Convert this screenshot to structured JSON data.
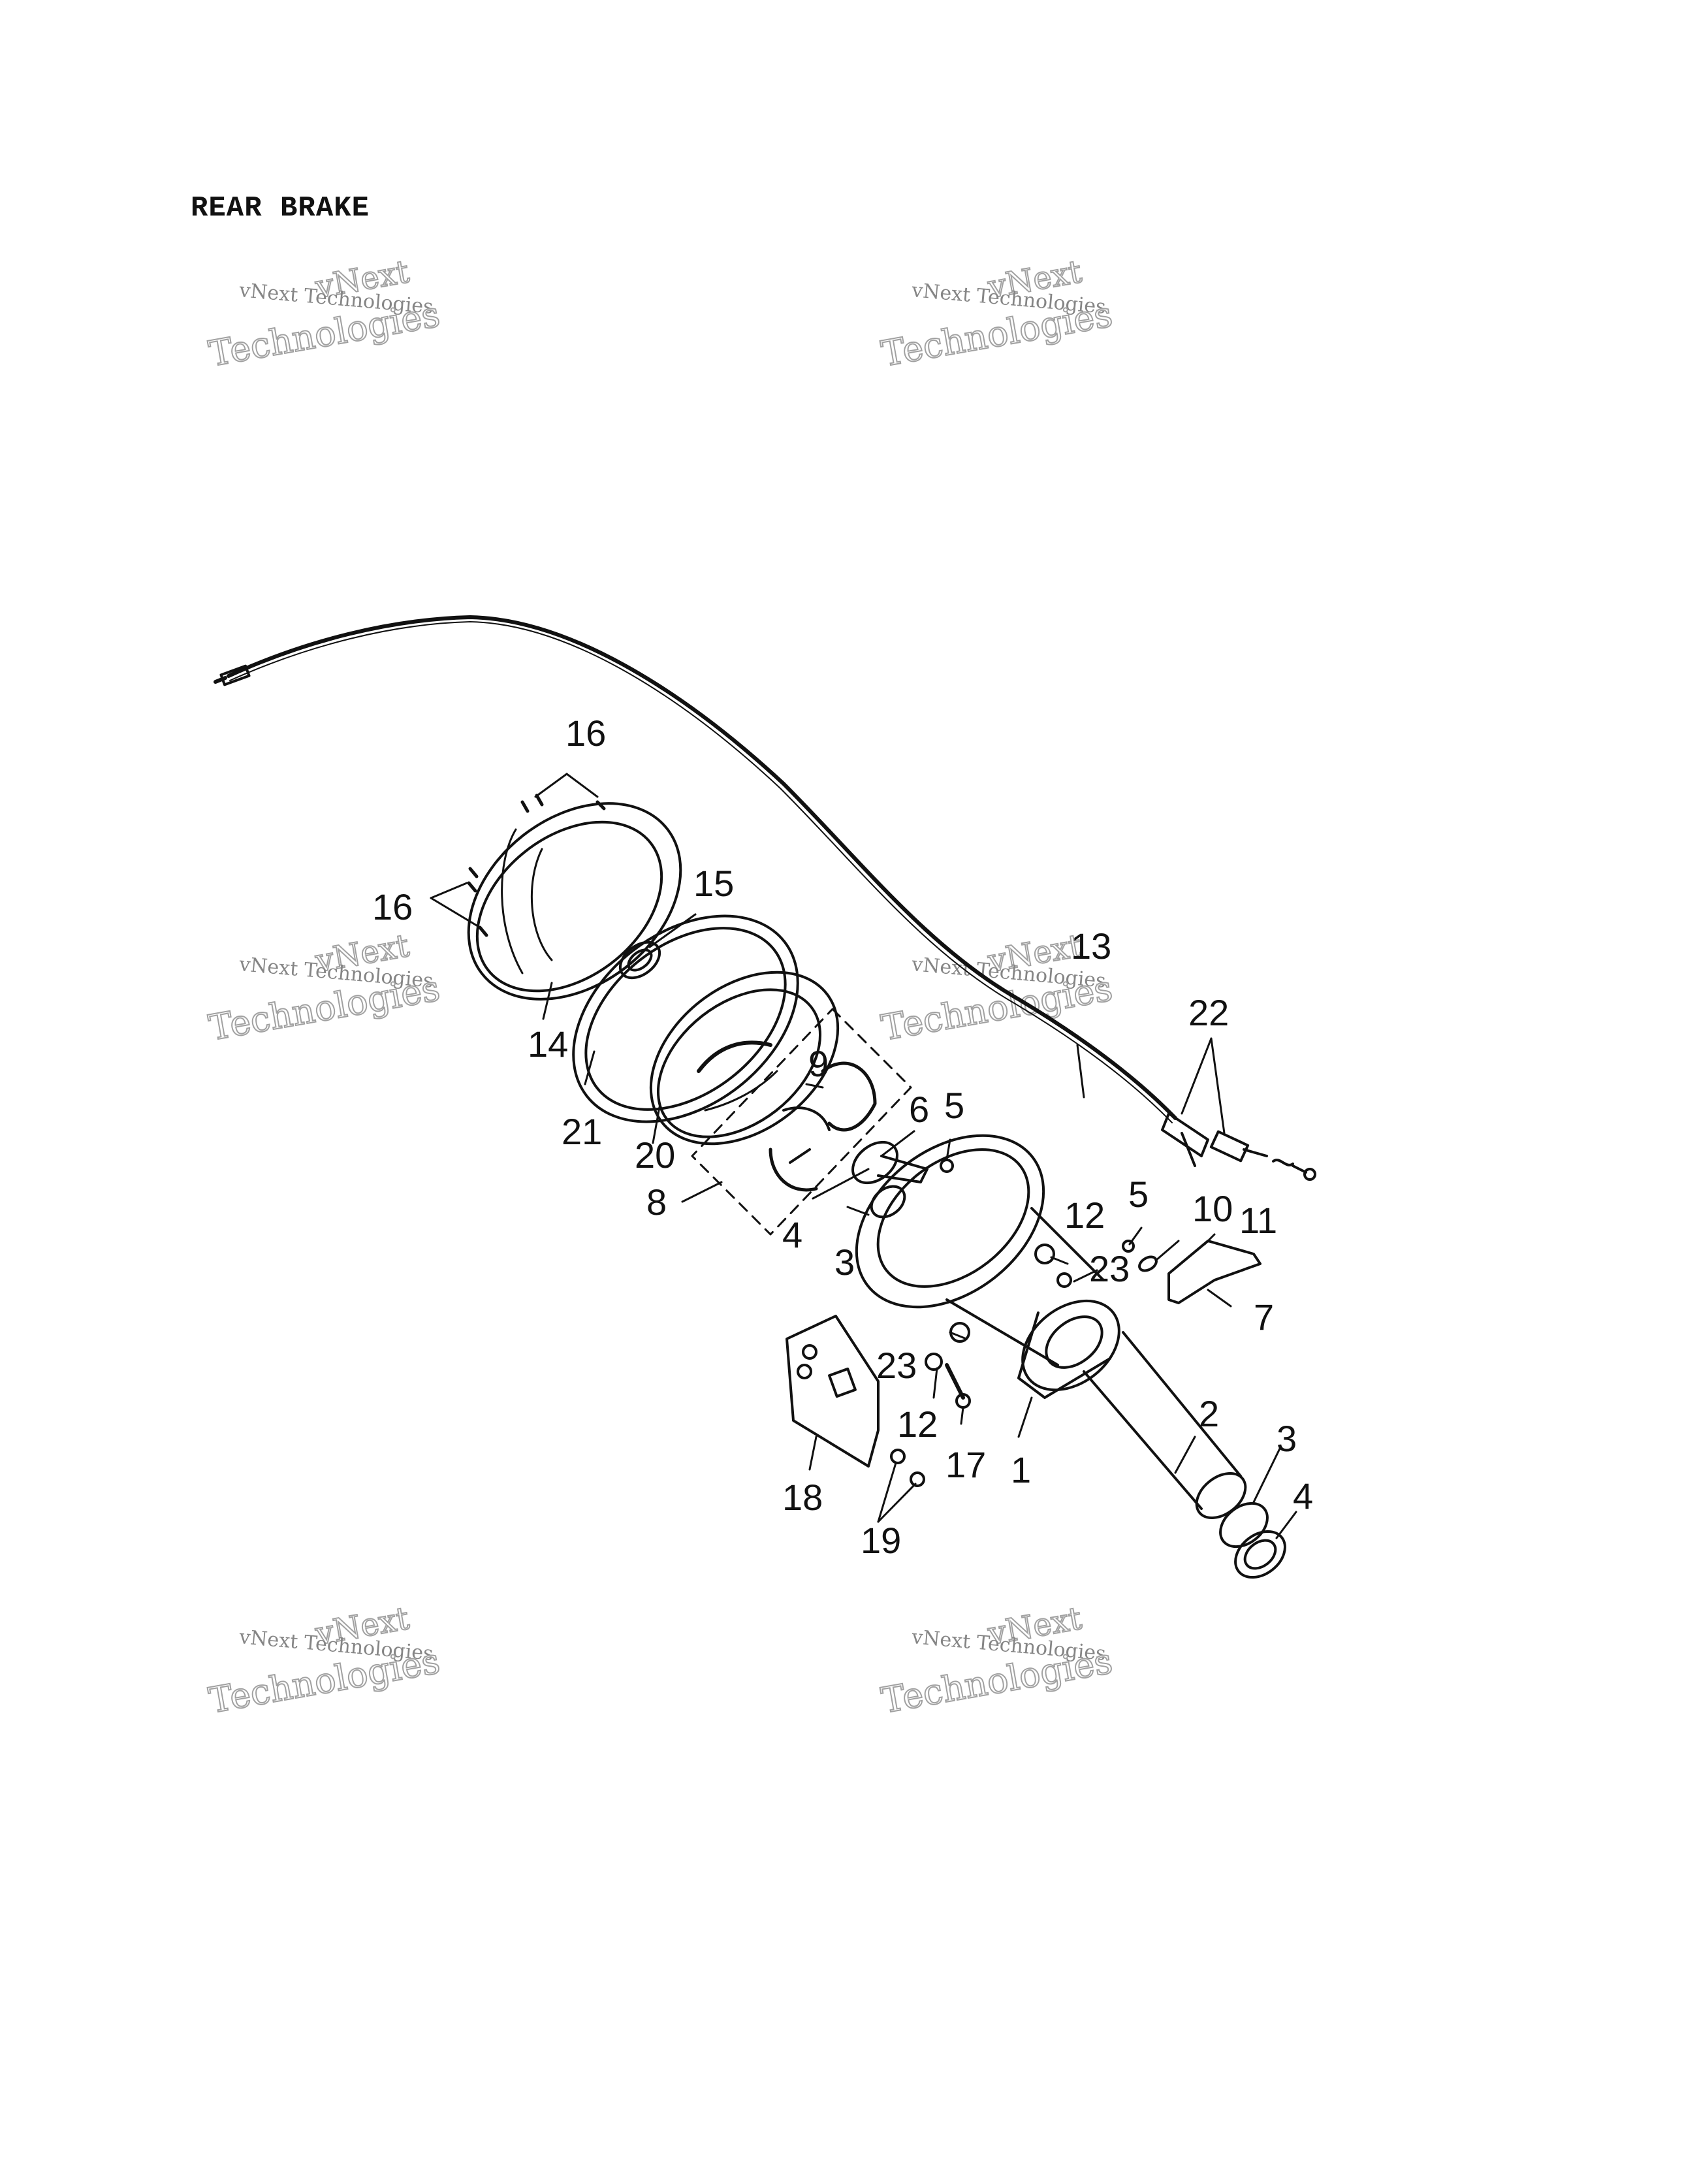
{
  "page_title": "REAR BRAKE",
  "watermark": {
    "line1": "vNext",
    "line2": "vNext Technologies",
    "line3": "Technologies"
  },
  "callouts": {
    "c1": "1",
    "c2": "2",
    "c3a": "3",
    "c3b": "3",
    "c4a": "4",
    "c4b": "4",
    "c5a": "5",
    "c5b": "5",
    "c6": "6",
    "c7": "7",
    "c8": "8",
    "c9": "9",
    "c10": "10",
    "c11": "11",
    "c12a": "12",
    "c12b": "12",
    "c13": "13",
    "c14": "14",
    "c15": "15",
    "c16a": "16",
    "c16b": "16",
    "c17": "17",
    "c18": "18",
    "c19": "19",
    "c20": "20",
    "c21": "21",
    "c22": "22",
    "c23a": "23",
    "c23b": "23"
  }
}
